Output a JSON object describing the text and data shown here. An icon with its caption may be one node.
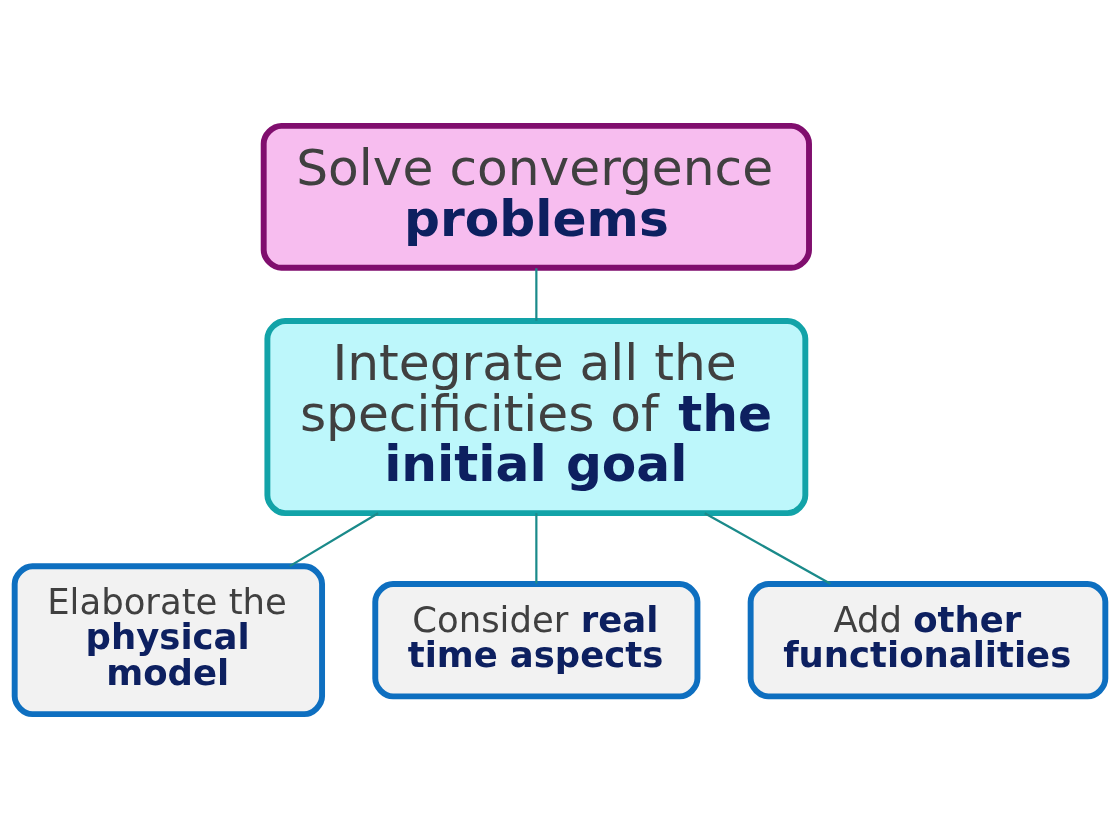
{
  "diagram": {
    "nodes": [
      {
        "text": [
          "Solve convergence **problems**"
        ]
      },
      {
        "text": [
          "Integrate all the specificities of **the initial goal**"
        ]
      },
      {
        "text": [
          "Elaborate the **physical model**"
        ]
      },
      {
        "text": [
          "Consider **real time aspects**"
        ]
      },
      {
        "text": [
          "Add **other functionalities**"
        ]
      }
    ],
    "edges": [
      {
        "from": 0,
        "to": 1,
        "arrow": "none"
      },
      {
        "from": 1,
        "to": 2,
        "arrow": "none"
      },
      {
        "from": 1,
        "to": 3,
        "arrow": "none"
      },
      {
        "from": 1,
        "to": 4,
        "arrow": "none"
      }
    ]
  }
}
